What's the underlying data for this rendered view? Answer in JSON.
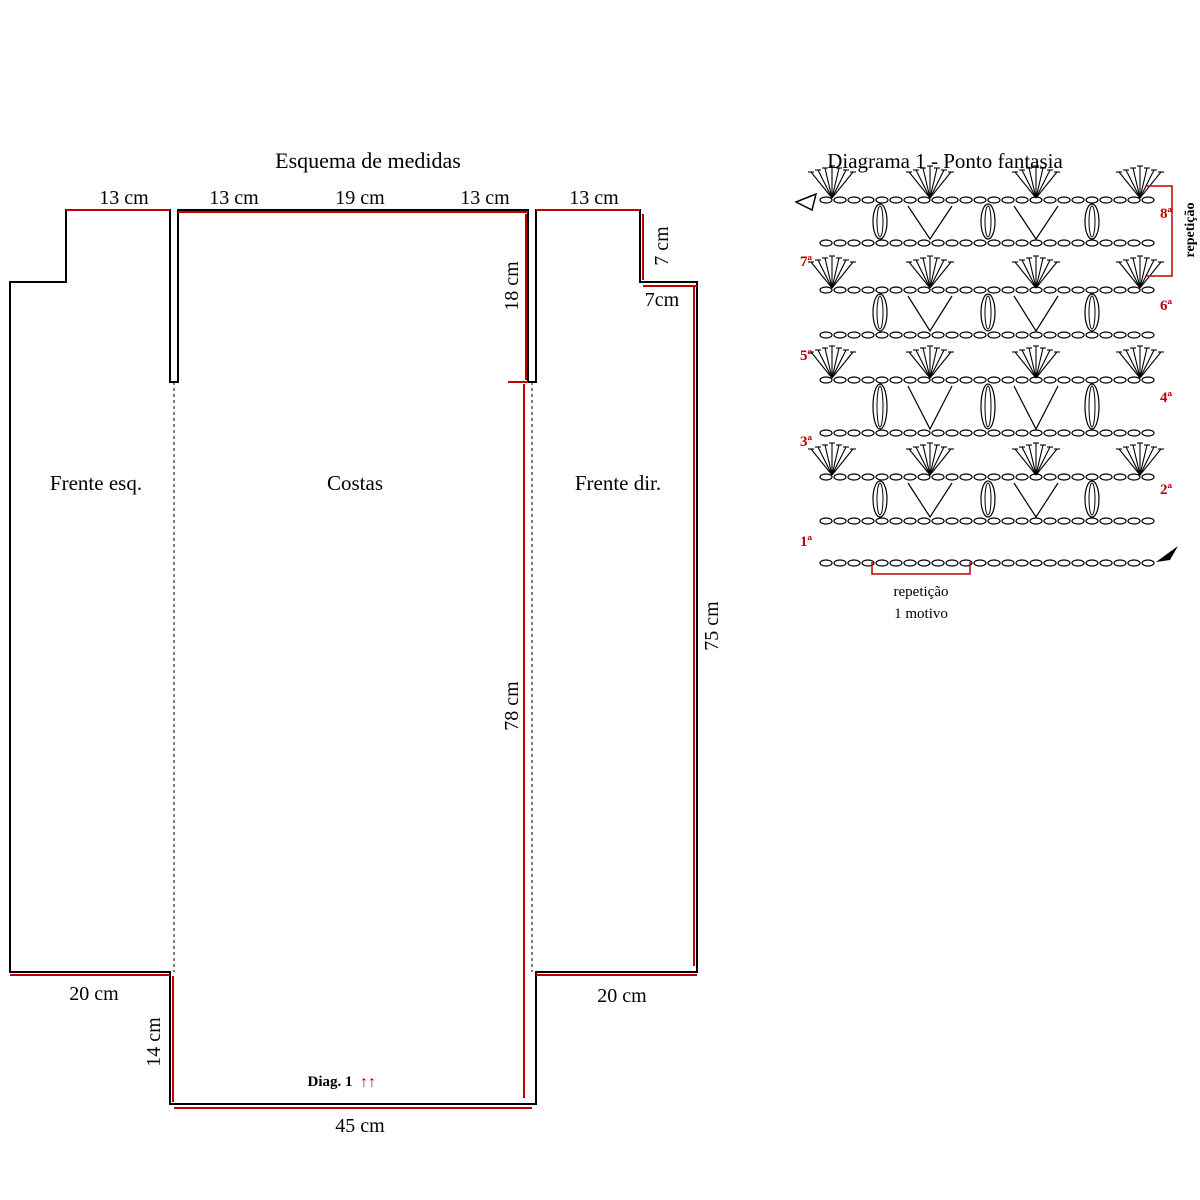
{
  "schema": {
    "title": "Esquema de medidas",
    "top": {
      "left_front": "13 cm",
      "back_shoulder_left": "13 cm",
      "back_neck": "19 cm",
      "back_shoulder_right": "13 cm",
      "right_front": "13 cm"
    },
    "armhole_depth": "18 cm",
    "neck_drop": "7 cm",
    "neck_width": "7cm",
    "back_length": "78 cm",
    "front_length": "75 cm",
    "bottom_left": "20 cm",
    "bottom_right": "20 cm",
    "hem_drop": "14 cm",
    "bottom_width": "45 cm",
    "pieces": {
      "left_front": "Frente esq.",
      "back": "Costas",
      "right_front": "Frente dir."
    },
    "diag_ref": "Diag. 1",
    "diag_arrows": "↑↑"
  },
  "diagram": {
    "title": "Diagrama 1 - Ponto fantasia",
    "rows": [
      "1ª",
      "2ª",
      "3ª",
      "4ª",
      "5ª",
      "6ª",
      "7ª",
      "8ª"
    ],
    "side_repeat": "repetição",
    "bottom_repeat_1": "repetição",
    "bottom_repeat_2": "1 motivo"
  },
  "colors": {
    "measure_line": "#c00000",
    "outline": "#000000",
    "row_number": "#c00000"
  }
}
